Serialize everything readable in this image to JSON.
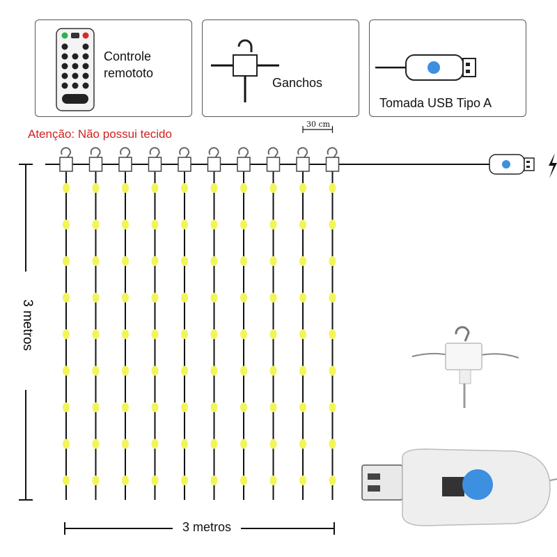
{
  "product": {
    "accessories": [
      {
        "id": "remote",
        "label": "Controle remototo",
        "icon": "remote-control-icon"
      },
      {
        "id": "hooks",
        "label": "Ganchos",
        "icon": "hook-icon"
      },
      {
        "id": "usb",
        "label": "Tomada USB Tipo A",
        "icon": "usb-plug-icon"
      }
    ],
    "warning": "Atenção: Não possui tecido",
    "spacing_label": "30 cm",
    "height_label": "3 metros",
    "width_label": "3 metros",
    "strands": 10,
    "leds_per_strand": 9,
    "colors": {
      "led": "#f2f55a",
      "wire": "#111111",
      "warning": "#d21f1f",
      "usb_button": "#3d8fe0"
    }
  }
}
